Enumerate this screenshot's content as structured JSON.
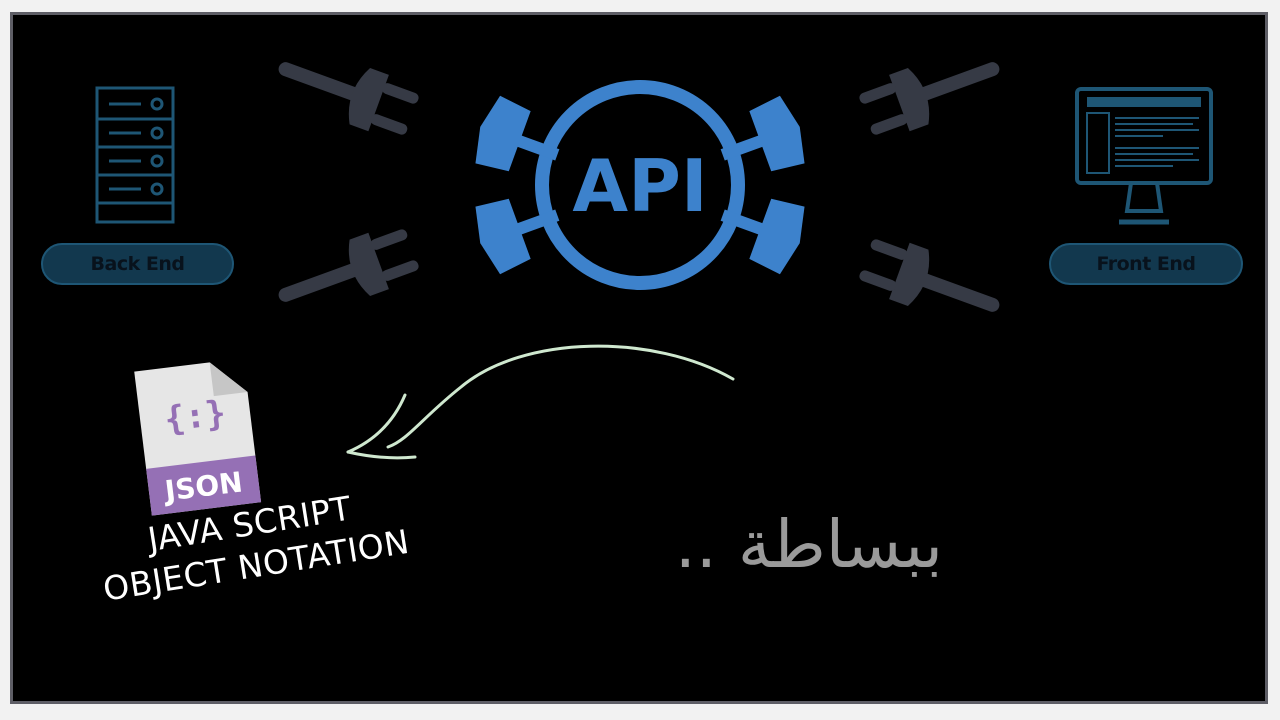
{
  "diagram": {
    "api_label": "API",
    "backend_label": "Back End",
    "frontend_label": "Front End",
    "json_badge": "JSON",
    "json_symbol": "{:}",
    "json_caption_line1": "JAVA SCRIPT",
    "json_caption_line2": "OBJECT NOTATION",
    "arabic_caption": "ببساطة .."
  },
  "colors": {
    "background": "#000000",
    "api_blue": "#3d82cc",
    "plug_gray": "#363a45",
    "pill_fill": "#12384e",
    "json_purple": "#9570b5",
    "arrow": "#cfe8cf",
    "arabic_text": "#9a9a9a"
  },
  "icons": [
    "server-icon",
    "monitor-icon",
    "api-icon",
    "plug-icon",
    "json-file-icon",
    "curved-arrow-icon"
  ]
}
